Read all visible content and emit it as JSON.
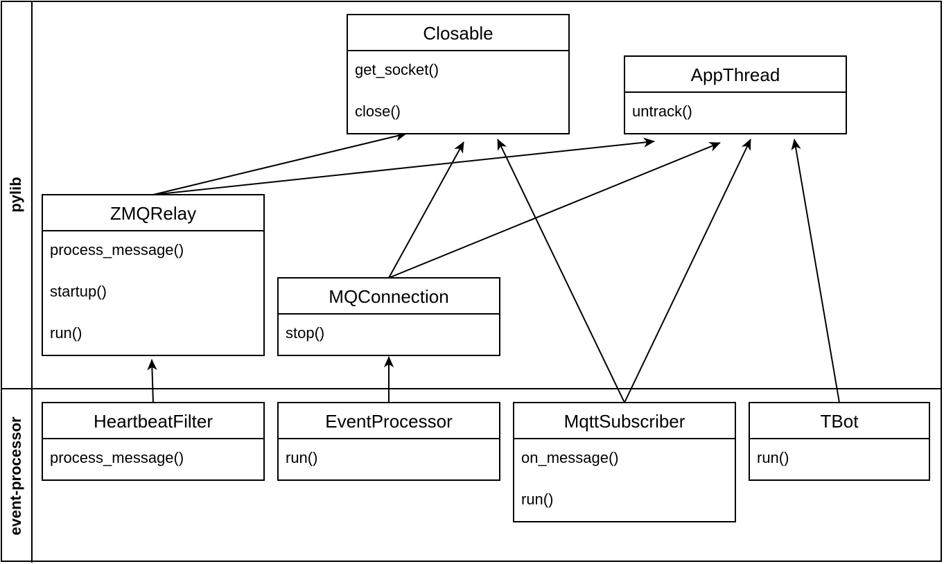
{
  "lanes": {
    "pylib": "pylib",
    "event_processor": "event-processor"
  },
  "classes": {
    "closable": {
      "name": "Closable",
      "methods": [
        "get_socket()",
        "close()"
      ]
    },
    "appthread": {
      "name": "AppThread",
      "methods": [
        "untrack()"
      ]
    },
    "zmqrelay": {
      "name": "ZMQRelay",
      "methods": [
        "process_message()",
        "startup()",
        "run()"
      ]
    },
    "mqconnection": {
      "name": "MQConnection",
      "methods": [
        "stop()"
      ]
    },
    "heartbeatfilter": {
      "name": "HeartbeatFilter",
      "methods": [
        "process_message()"
      ]
    },
    "eventprocessor": {
      "name": "EventProcessor",
      "methods": [
        "run()"
      ]
    },
    "mqttsubscriber": {
      "name": "MqttSubscriber",
      "methods": [
        "on_message()",
        "run()"
      ]
    },
    "tbot": {
      "name": "TBot",
      "methods": [
        "run()"
      ]
    }
  },
  "relations": [
    {
      "from": "ZMQRelay",
      "to": "Closable"
    },
    {
      "from": "ZMQRelay",
      "to": "AppThread"
    },
    {
      "from": "MQConnection",
      "to": "Closable"
    },
    {
      "from": "MQConnection",
      "to": "AppThread"
    },
    {
      "from": "MqttSubscriber",
      "to": "Closable"
    },
    {
      "from": "MqttSubscriber",
      "to": "AppThread"
    },
    {
      "from": "TBot",
      "to": "AppThread"
    },
    {
      "from": "HeartbeatFilter",
      "to": "ZMQRelay"
    },
    {
      "from": "EventProcessor",
      "to": "MQConnection"
    }
  ],
  "colors": {
    "line": "#000000",
    "background": "#ffffff"
  }
}
